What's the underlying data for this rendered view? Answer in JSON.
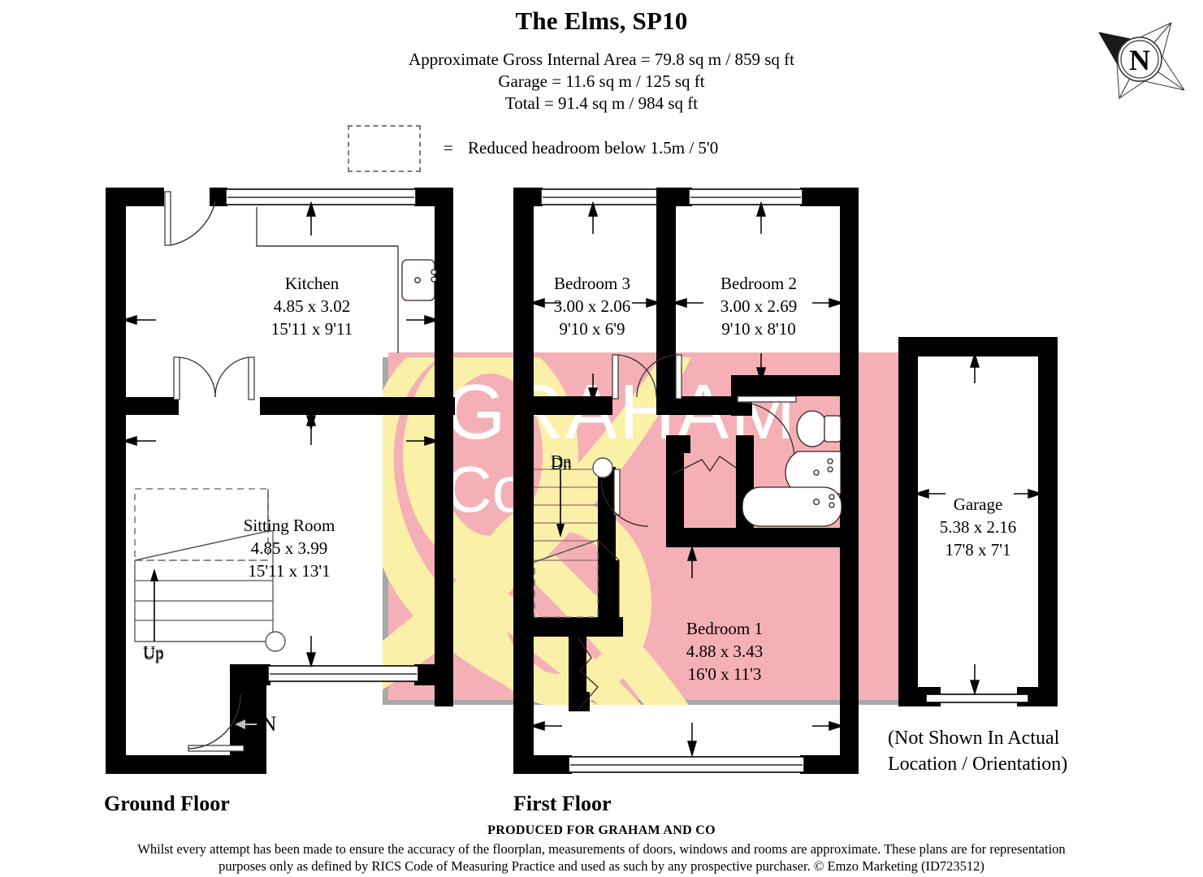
{
  "header": {
    "title": "The Elms, SP10",
    "area_lines": [
      "Approximate Gross Internal Area = 79.8 sq m / 859 sq ft",
      "Garage = 11.6 sq m / 125 sq ft",
      "Total = 91.4 sq m / 984 sq ft"
    ]
  },
  "legend": {
    "equals": "=",
    "text": "Reduced headroom below 1.5m / 5'0"
  },
  "compass": {
    "label": "N",
    "name": "compass-rose"
  },
  "floors": [
    {
      "caption": "Ground Floor"
    },
    {
      "caption": "First Floor"
    }
  ],
  "rooms": [
    {
      "id": "kitchen",
      "name": "Kitchen",
      "metric": "4.85 x 3.02",
      "imperial": "15'11 x 9'11",
      "floor": "ground"
    },
    {
      "id": "sitting-room",
      "name": "Sitting Room",
      "metric": "4.85 x 3.99",
      "imperial": "15'11 x 13'1",
      "floor": "ground"
    },
    {
      "id": "bedroom-3",
      "name": "Bedroom 3",
      "metric": "3.00 x 2.06",
      "imperial": "9'10 x 6'9",
      "floor": "first"
    },
    {
      "id": "bedroom-2",
      "name": "Bedroom 2",
      "metric": "3.00 x 2.69",
      "imperial": "9'10 x 8'10",
      "floor": "first"
    },
    {
      "id": "bedroom-1",
      "name": "Bedroom 1",
      "metric": "4.88 x 3.43",
      "imperial": "16'0 x 11'3",
      "floor": "first"
    },
    {
      "id": "garage",
      "name": "Garage",
      "metric": "5.38 x 2.16",
      "imperial": "17'8 x 7'1",
      "floor": "detached"
    }
  ],
  "markers": {
    "stairs_up": "Up",
    "stairs_down": "Dn",
    "entrance": "IN"
  },
  "garage_note": [
    "(Not Shown In Actual",
    "Location / Orientation)"
  ],
  "footer": {
    "produced": "PRODUCED FOR GRAHAM AND CO",
    "disclaimer_1": "Whilst every attempt has been made to ensure the accuracy of the floorplan, measurements of doors, windows and rooms are approximate. These plans are for representation",
    "disclaimer_2": "purposes only as defined by RICS Code of Measuring Practice and used as such by any prospective purchaser. © Emzo Marketing (ID723512)"
  },
  "watermark": {
    "text_line_1": "GRAHAM",
    "text_line_2": "Co",
    "swoosh_label": "g-and-co-swoosh"
  },
  "colors": {
    "wall": "#000000",
    "watermark_fill": "#f4b0b6",
    "watermark_swoosh": "#faf0a8",
    "watermark_text": "#ffffff",
    "watermark_shadow": "#a8a8a8",
    "headroom_dash": "#7a7a7a",
    "fixture_line": "#3a2020",
    "paper": "#ffffff"
  }
}
